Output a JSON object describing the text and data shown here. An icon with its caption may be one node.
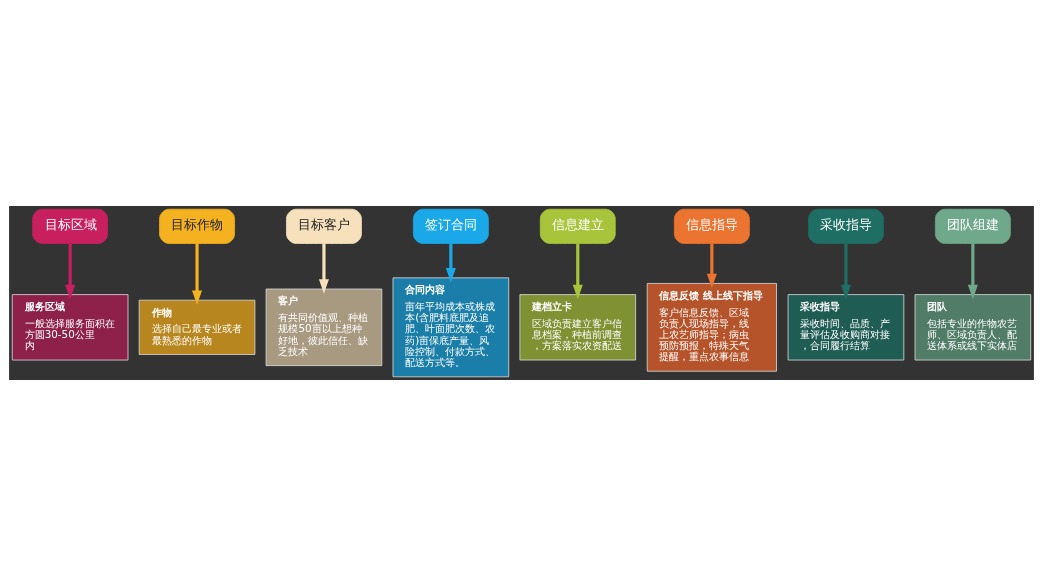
{
  "diagram": {
    "nodes": [
      {
        "text": [
          "目标区域"
        ]
      },
      {
        "text": [
          "目标作物"
        ]
      },
      {
        "text": [
          "目标客户"
        ]
      },
      {
        "text": [
          "签订合同"
        ]
      },
      {
        "text": [
          "信息建立"
        ]
      },
      {
        "text": [
          "信息指导"
        ]
      },
      {
        "text": [
          "采收指导"
        ]
      },
      {
        "text": [
          "团队组建"
        ]
      },
      {
        "text": [
          "服务区域",
          "一般选择服务面积在方圆30-50公里内"
        ]
      },
      {
        "text": [
          "作物",
          "选择自己最专业或者最熟悉的作物"
        ]
      },
      {
        "text": [
          "客户",
          "有共同价值观、种植规模50亩以上想种好地，彼此信任、缺乏技术"
        ]
      },
      {
        "text": [
          "合同内容",
          "亩年平均成本或株成本(含肥料底肥及追肥、叶面肥次数、农药)亩保底产量、风险控制、付款方式、配送方式等。"
        ]
      },
      {
        "text": [
          "建档立卡",
          "区域负责建立客户信息档案，种植前调查，方案落实农资配送"
        ]
      },
      {
        "text": [
          "信息反馈 线上线下指导",
          "客户信息反馈、区域负责人现场指导，线上农艺师指导；病虫预防预报，特殊天气提醒，重点农事信息"
        ]
      },
      {
        "text": [
          "采收指导",
          "采收时间、品质、产量评估及收购商对接，合同履行结算"
        ]
      },
      {
        "text": [
          "团队",
          "包括专业的作物农艺师、区域负责人、配送体系或线下实体店"
        ]
      }
    ],
    "edges": [
      {
        "from": 0,
        "to": 8,
        "arrow": "to",
        "color": "#c8205e"
      },
      {
        "from": 1,
        "to": 9,
        "arrow": "to",
        "color": "#f4b120"
      },
      {
        "from": 2,
        "to": 10,
        "arrow": "to",
        "color": "#f7e0bc"
      },
      {
        "from": 3,
        "to": 11,
        "arrow": "to",
        "color": "#1aa8e8"
      },
      {
        "from": 4,
        "to": 12,
        "arrow": "to",
        "color": "#a8c43a"
      },
      {
        "from": 5,
        "to": 13,
        "arrow": "to",
        "color": "#ec7431"
      },
      {
        "from": 6,
        "to": 14,
        "arrow": "to",
        "color": "#1e6e63"
      },
      {
        "from": 7,
        "to": 15,
        "arrow": "to",
        "color": "#6fa88a"
      }
    ]
  }
}
